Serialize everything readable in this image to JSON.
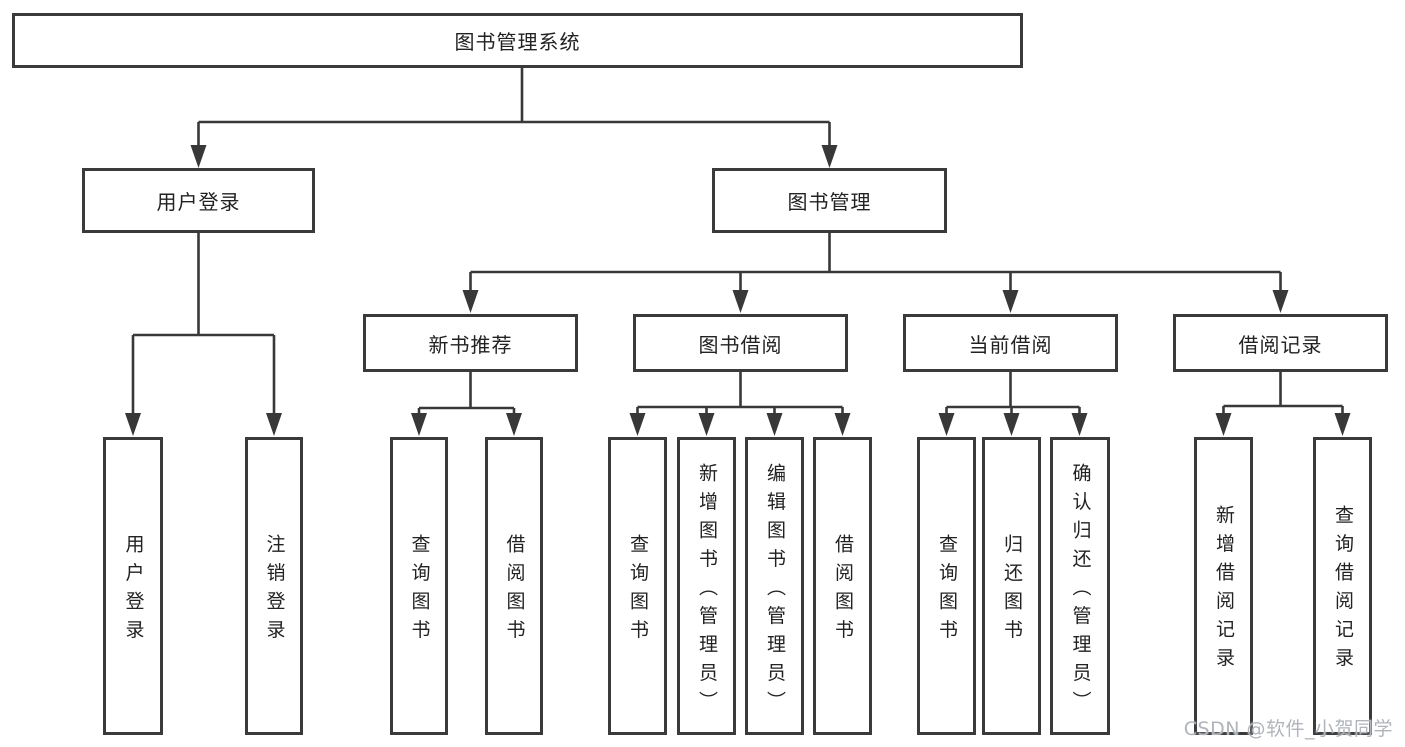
{
  "diagram": {
    "nodes": {
      "root": {
        "label": "图书管理系统"
      },
      "user_login": {
        "label": "用户登录"
      },
      "book_mgmt": {
        "label": "图书管理"
      },
      "new_book_rec": {
        "label": "新书推荐"
      },
      "book_borrow": {
        "label": "图书借阅"
      },
      "current_borrow": {
        "label": "当前借阅"
      },
      "borrow_record": {
        "label": "借阅记录"
      },
      "leaf_user_login": {
        "label": "用户登录"
      },
      "leaf_logout": {
        "label": "注销登录"
      },
      "leaf_nb_query": {
        "label": "查询图书"
      },
      "leaf_nb_borrow": {
        "label": "借阅图书"
      },
      "leaf_bb_query": {
        "label": "查询图书"
      },
      "leaf_bb_add": {
        "label": "新增图书（管理员）"
      },
      "leaf_bb_edit": {
        "label": "编辑图书（管理员）"
      },
      "leaf_bb_borrow": {
        "label": "借阅图书"
      },
      "leaf_cb_query": {
        "label": "查询图书"
      },
      "leaf_cb_return": {
        "label": "归还图书"
      },
      "leaf_cb_confirm": {
        "label": "确认归还（管理员）"
      },
      "leaf_br_add": {
        "label": "新增借阅记录"
      },
      "leaf_br_query": {
        "label": "查询借阅记录"
      }
    },
    "hierarchy": {
      "图书管理系统": {
        "用户登录": [
          "用户登录",
          "注销登录"
        ],
        "图书管理": {
          "新书推荐": [
            "查询图书",
            "借阅图书"
          ],
          "图书借阅": [
            "查询图书",
            "新增图书（管理员）",
            "编辑图书（管理员）",
            "借阅图书"
          ],
          "当前借阅": [
            "查询图书",
            "归还图书",
            "确认归还（管理员）"
          ],
          "借阅记录": [
            "新增借阅记录",
            "查询借阅记录"
          ]
        }
      }
    }
  },
  "watermark": {
    "text": "CSDN @软件_小贺同学"
  },
  "colors": {
    "line": "#383838",
    "box_border": "#3a3a3a",
    "text": "#222222",
    "background": "#ffffff",
    "watermark": "#b0b5bb"
  }
}
